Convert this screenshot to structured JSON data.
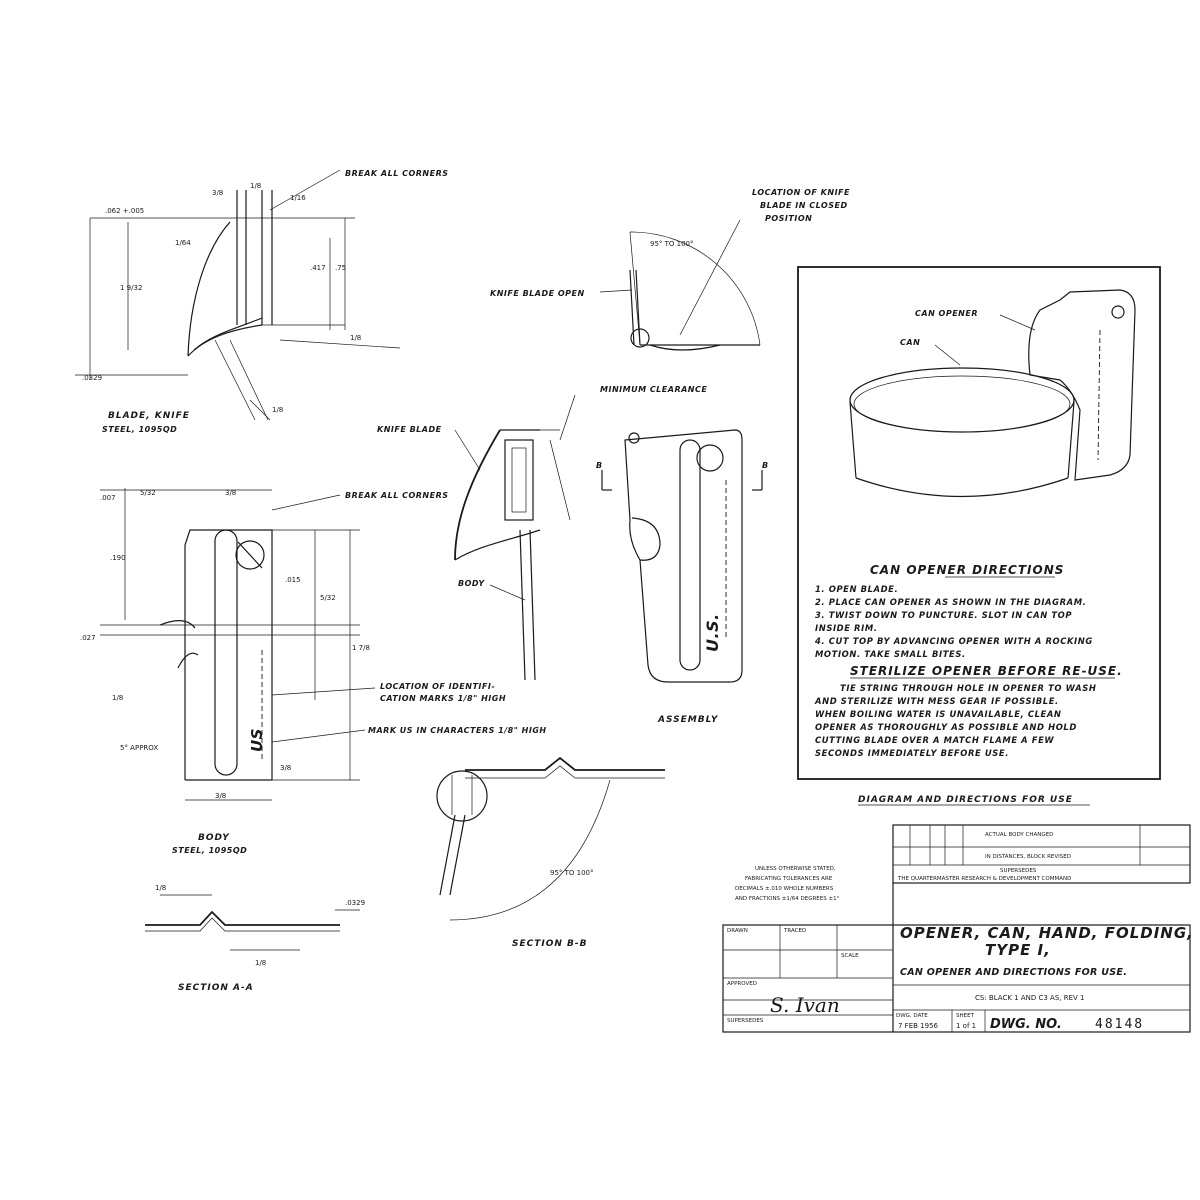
{
  "blade_view": {
    "break_corners": "BREAK ALL CORNERS",
    "caption": "BLADE, KNIFE",
    "material": "STEEL, 1095QD"
  },
  "knife_open_view": {
    "location_note": [
      "LOCATION OF KNIFE",
      "BLADE IN CLOSED",
      "POSITION"
    ],
    "angle": "95° TO 100°",
    "blade_open": "KNIFE BLADE OPEN"
  },
  "clearance_view": {
    "knife_blade": "KNIFE BLADE",
    "minimum_clearance": "MINIMUM CLEARANCE",
    "body": "BODY"
  },
  "assembly_view": {
    "caption": "ASSEMBLY",
    "section_mark": "B",
    "mark": "U.S."
  },
  "body_view": {
    "break_corners": "BREAK ALL CORNERS",
    "id_location": [
      "LOCATION OF IDENTIFI-",
      "CATION MARKS 1/8\" HIGH"
    ],
    "mark_note": "MARK US IN CHARACTERS 1/8\" HIGH",
    "caption": "BODY",
    "material": "STEEL, 1095QD",
    "mark": "US"
  },
  "section_aa": {
    "caption": "SECTION A-A"
  },
  "section_bb": {
    "caption": "SECTION B-B",
    "angle": "95° TO 100°"
  },
  "usage_diagram": {
    "can_opener_label": "CAN OPENER",
    "can_label": "CAN",
    "directions_title": "CAN OPENER DIRECTIONS",
    "directions": [
      "1. OPEN BLADE.",
      "2. PLACE CAN OPENER AS SHOWN IN THE DIAGRAM.",
      "3. TWIST DOWN TO PUNCTURE. SLOT IN CAN TOP",
      "INSIDE RIM.",
      "4. CUT TOP BY ADVANCING OPENER WITH A ROCKING",
      "MOTION. TAKE SMALL BITES."
    ],
    "sterilize_title": "STERILIZE OPENER BEFORE RE-USE.",
    "sterilize_lines": [
      "TIE STRING THROUGH HOLE IN OPENER TO WASH",
      "AND STERILIZE WITH MESS GEAR IF POSSIBLE.",
      "WHEN BOILING WATER IS UNAVAILABLE, CLEAN",
      "OPENER AS THOROUGHLY AS POSSIBLE AND HOLD",
      "CUTTING BLADE OVER A MATCH FLAME A FEW",
      "SECONDS IMMEDIATELY BEFORE USE."
    ],
    "caption": "DIAGRAM AND DIRECTIONS FOR USE"
  },
  "title_block": {
    "tolerance_note": [
      "UNLESS OTHERWISE STATED,",
      "FABRICATING TOLERANCES ARE",
      "DECIMALS ±.010 WHOLE NUMBERS",
      "AND FRACTIONS ±1/64 DEGREES ±1°"
    ],
    "title_line1": "OPENER, CAN, HAND, FOLDING,",
    "title_line2": "TYPE I,",
    "title_line3": "CAN OPENER AND DIRECTIONS FOR USE.",
    "revision_note": "CS: BLACK 1 AND C3   AS, REV 1",
    "drawn_label": "DRAWN",
    "traced_label": "TRACED",
    "scale_label": "SCALE",
    "approved_label": "APPROVED",
    "date_label": "DWG. DATE",
    "sheet_label": "SHEET",
    "date": "7 FEB 1956",
    "sheet": "1 of 1",
    "dwg_label": "DWG. NO.",
    "dwg_number": "48148",
    "superseded": "SUPERSEDES",
    "signature": "S. Ivan"
  }
}
